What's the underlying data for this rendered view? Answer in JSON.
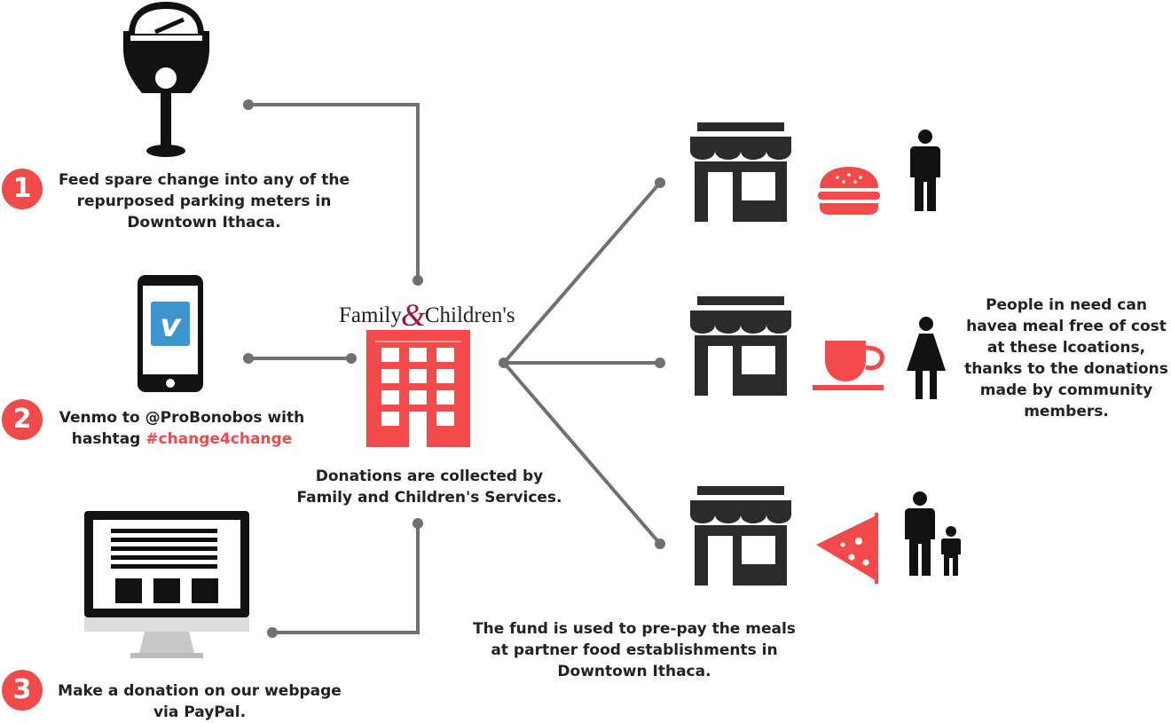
{
  "steps": [
    {
      "number": "1",
      "text": "Feed spare change into any of the repurposed parking meters in Downtown Ithaca.",
      "icon": "parking-meter-icon"
    },
    {
      "number": "2",
      "text_prefix": "Venmo to @ProBonobos with hashtag ",
      "hashtag": "#change4change",
      "icon": "venmo-phone-icon"
    },
    {
      "number": "3",
      "text": "Make a donation on our webpage via PayPal.",
      "icon": "computer-monitor-icon"
    }
  ],
  "collector": {
    "org_part1": "Family",
    "org_amp": "&",
    "org_part2": "Children's",
    "caption": "Donations are collected by Family and Children's Services.",
    "icon": "building-icon"
  },
  "fund_caption": "The fund is used to pre-pay the meals at partner food establishments in Downtown Ithaca.",
  "outcome_caption": "People  in need can havea meal free of cost at these lcoations, thanks to the donations made by community members.",
  "establishments": [
    {
      "store_icon": "storefront-icon",
      "food_icon": "burger-icon",
      "person_icon": "man-icon"
    },
    {
      "store_icon": "storefront-icon",
      "food_icon": "coffee-cup-icon",
      "person_icon": "woman-icon"
    },
    {
      "store_icon": "storefront-icon",
      "food_icon": "pizza-slice-icon",
      "person_icon": "parent-child-icon"
    }
  ],
  "colors": {
    "accent": "#f24a4a",
    "connector": "#707070",
    "icon_dark": "#2b2b2b",
    "brand_amp": "#a3143c"
  }
}
